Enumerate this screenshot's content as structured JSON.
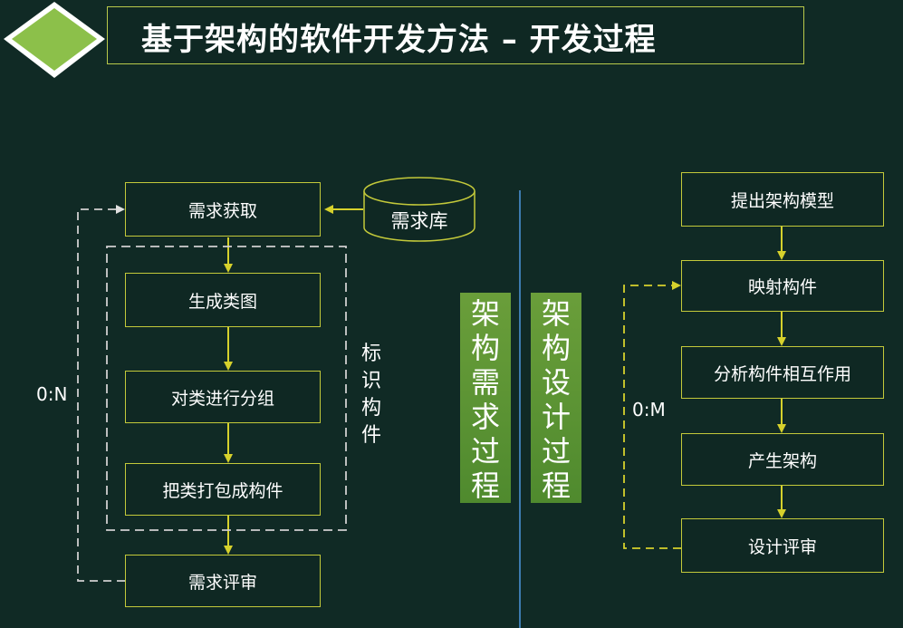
{
  "title": "基于架构的软件开发方法 – 开发过程",
  "left_flow": {
    "steps": [
      "需求获取",
      "生成类图",
      "对类进行分组",
      "把类打包成构件",
      "需求评审"
    ],
    "database": "需求库",
    "group_label": "标识构件",
    "loop_label": "0:N"
  },
  "phases": [
    "架构需求过程",
    "架构设计过程"
  ],
  "right_flow": {
    "steps": [
      "提出架构模型",
      "映射构件",
      "分析构件相互作用",
      "产生架构",
      "设计评审"
    ],
    "loop_label": "0:M"
  },
  "colors": {
    "background": "#102a25",
    "box_border": "#c3c93a",
    "arrow": "#d6d12c",
    "dashed": "#cfcfcf",
    "phase_fill": "#5c933a",
    "divider": "#3d7bb0",
    "diamond": "#8cc04a"
  }
}
